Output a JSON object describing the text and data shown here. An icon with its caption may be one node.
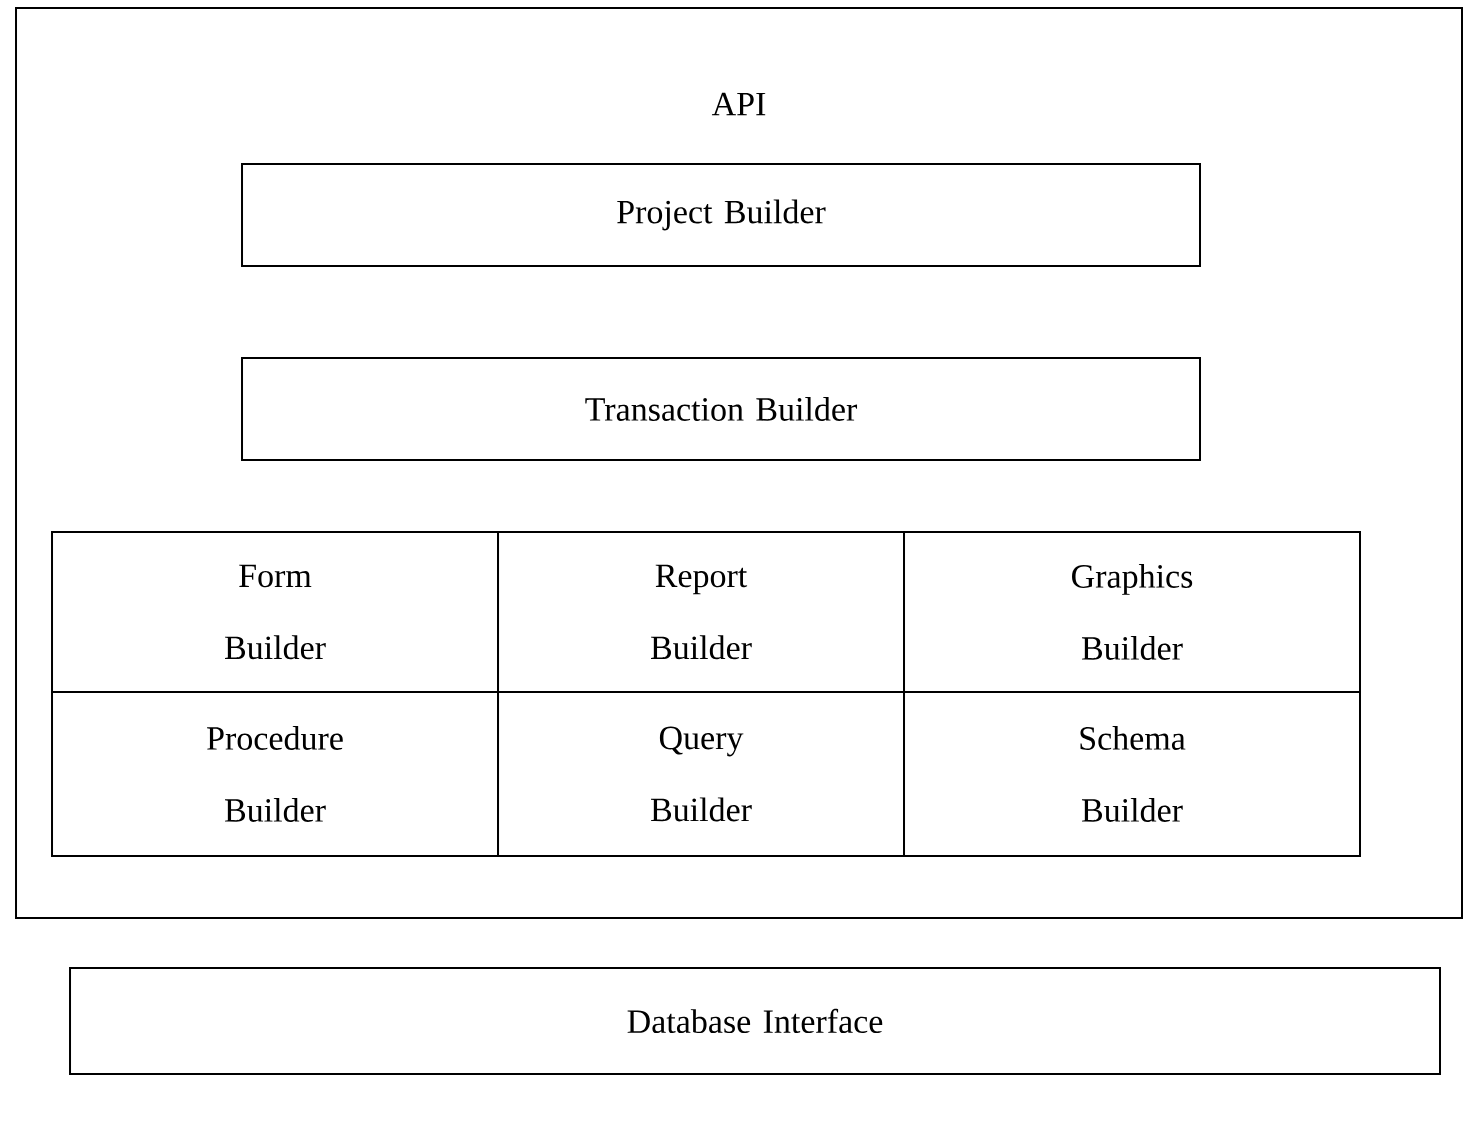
{
  "diagram": {
    "nodes": [
      {
        "text": [
          "API"
        ]
      },
      {
        "text": [
          "Project Builder"
        ],
        "in": 0
      },
      {
        "text": [
          "Transaction Builder"
        ],
        "in": 0
      },
      {
        "text": [
          "Form Builder"
        ],
        "in": 0
      },
      {
        "text": [
          "Report Builder"
        ],
        "in": 0
      },
      {
        "text": [
          "Graphics Builder"
        ],
        "in": 0
      },
      {
        "text": [
          "Procedure Builder"
        ],
        "in": 0
      },
      {
        "text": [
          "Query Builder"
        ],
        "in": 0
      },
      {
        "text": [
          "Schema Builder"
        ],
        "in": 0
      },
      {
        "text": [
          "Database Interface"
        ]
      }
    ]
  }
}
